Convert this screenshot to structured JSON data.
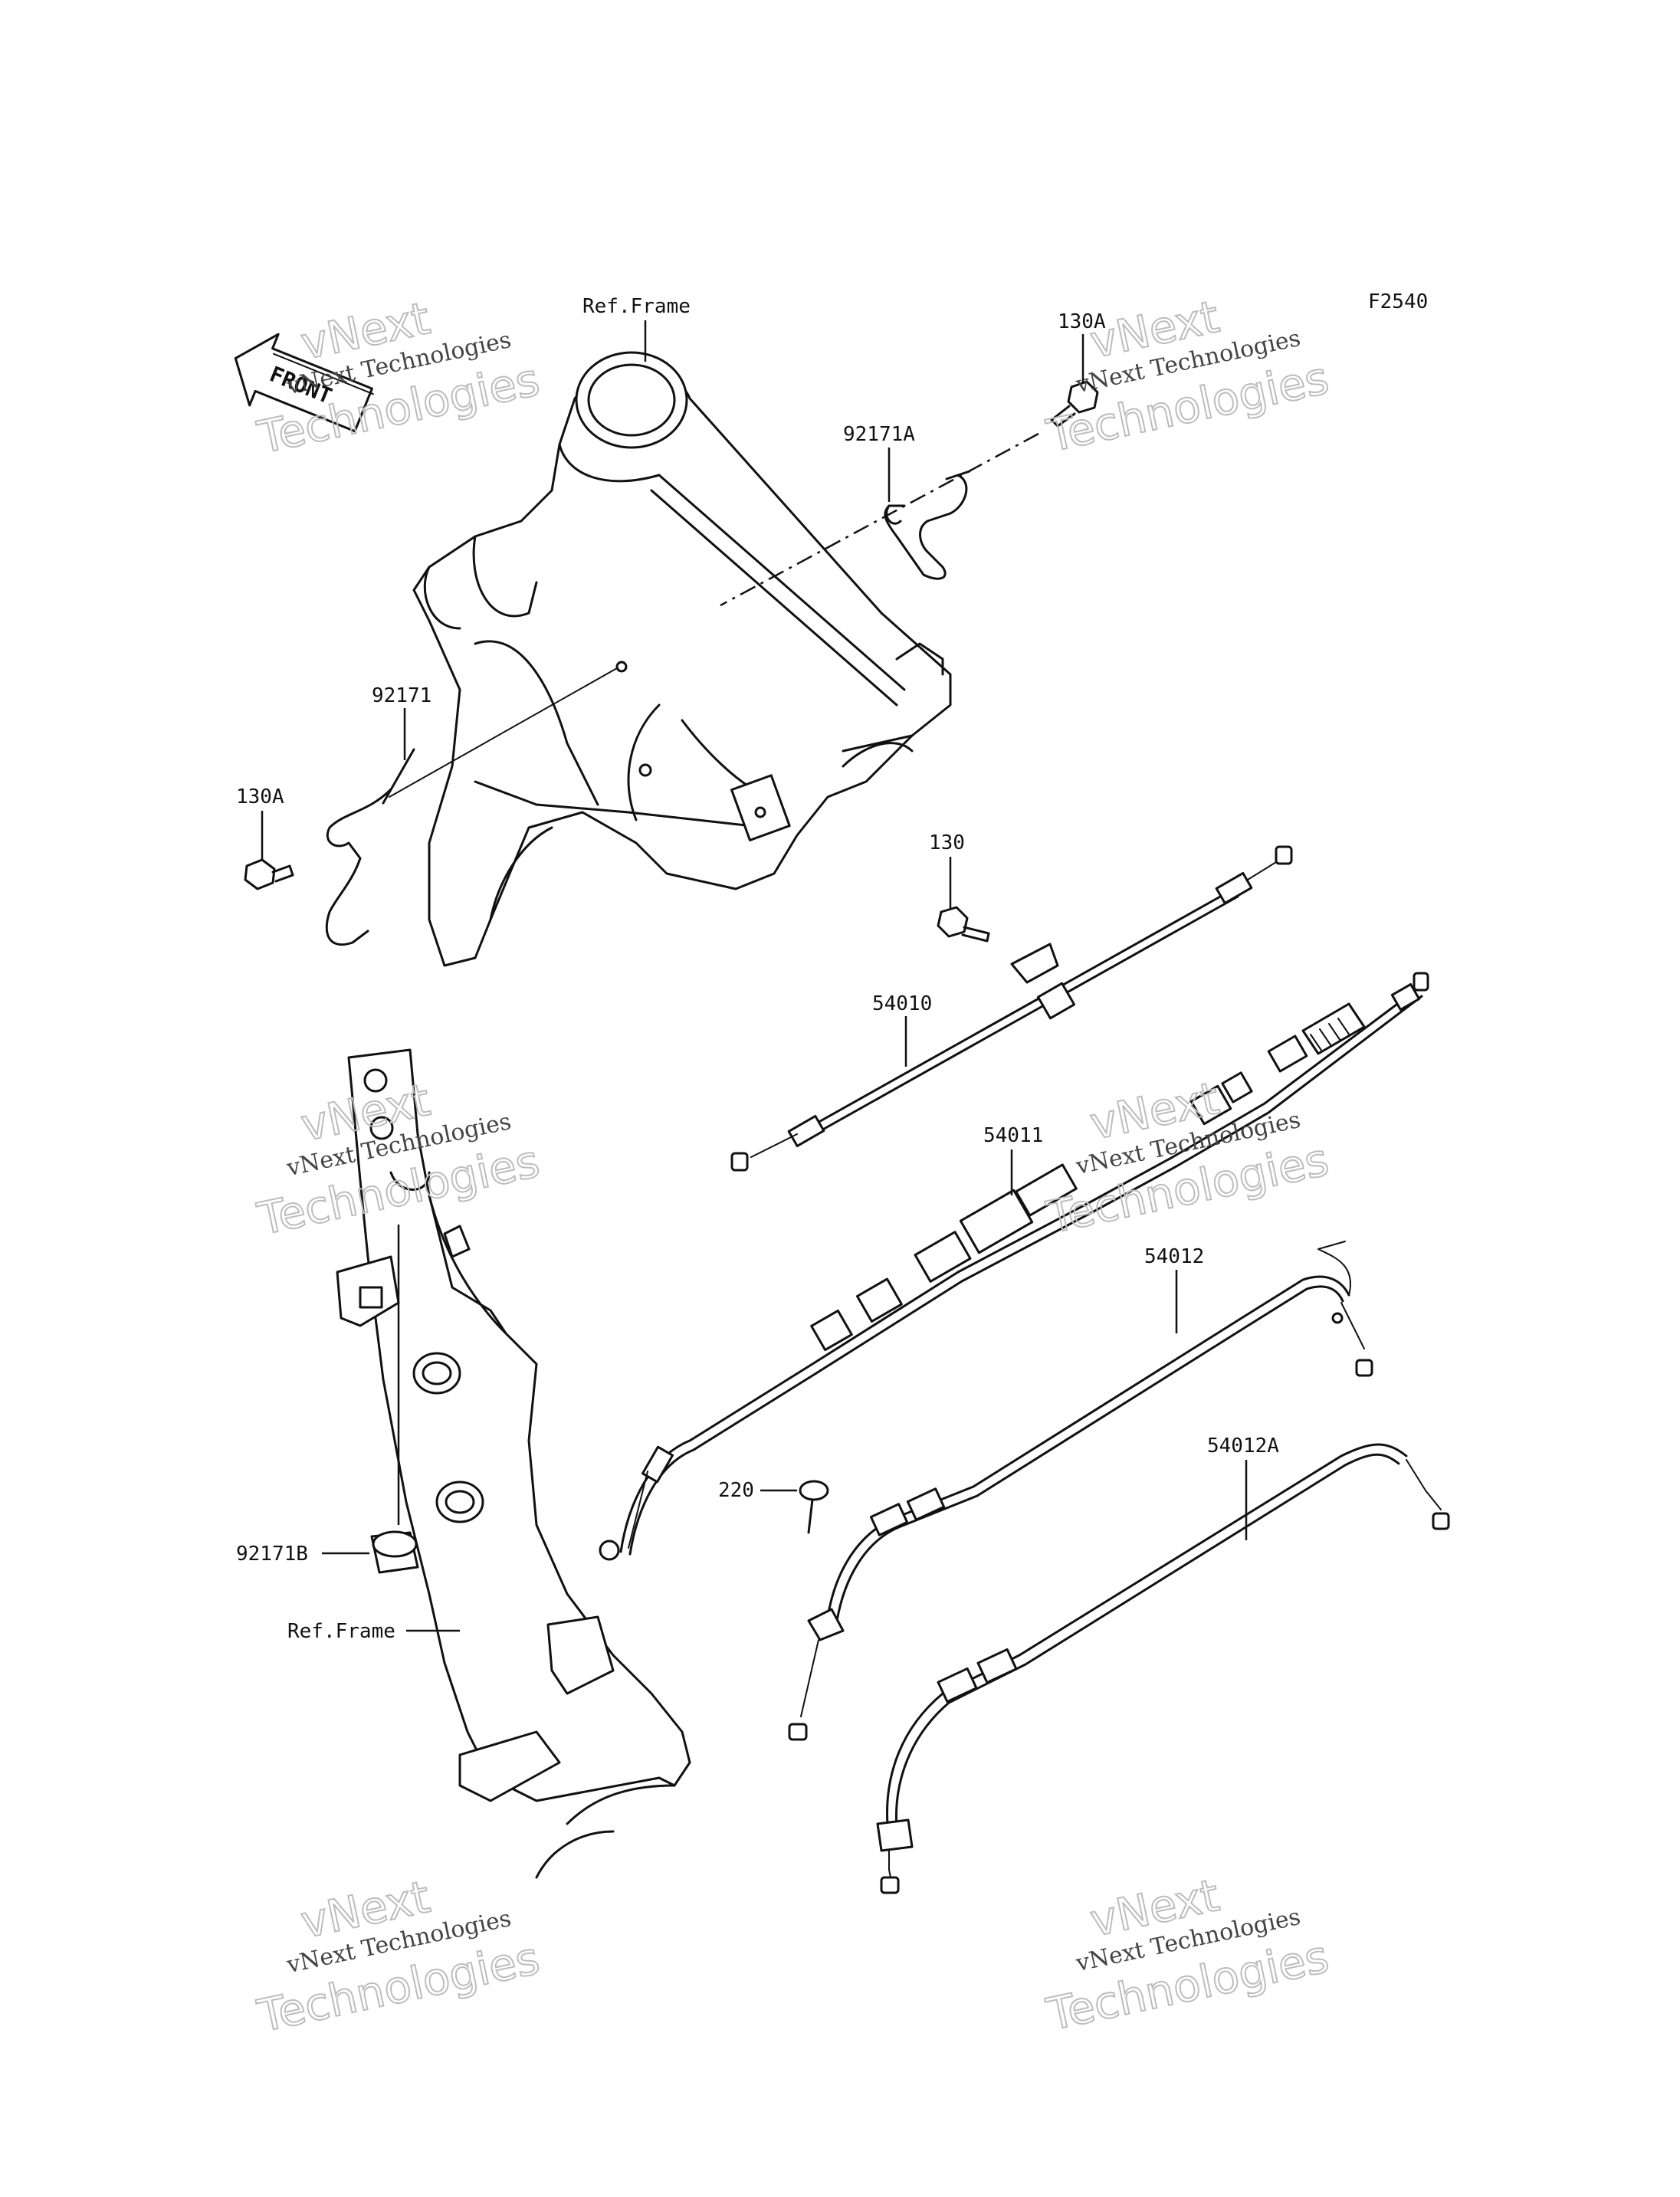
{
  "diagram_code": "F2540",
  "front_marker": "FRONT",
  "callouts": {
    "ref_frame_top": "Ref.Frame",
    "ref_frame_bottom": "Ref.Frame",
    "bolt_130a_top": "130A",
    "bolt_130a_left": "130A",
    "clamp_92171a": "92171A",
    "clamp_92171": "92171",
    "clamp_92171b": "92171B",
    "bolt_130": "130",
    "screw_220": "220",
    "cable_54010": "54010",
    "cable_54011": "54011",
    "cable_54012": "54012",
    "cable_54012a": "54012A"
  },
  "watermark": {
    "line1": "vNext Technologies",
    "line2a": "vNext",
    "line2b": "Technologies"
  }
}
